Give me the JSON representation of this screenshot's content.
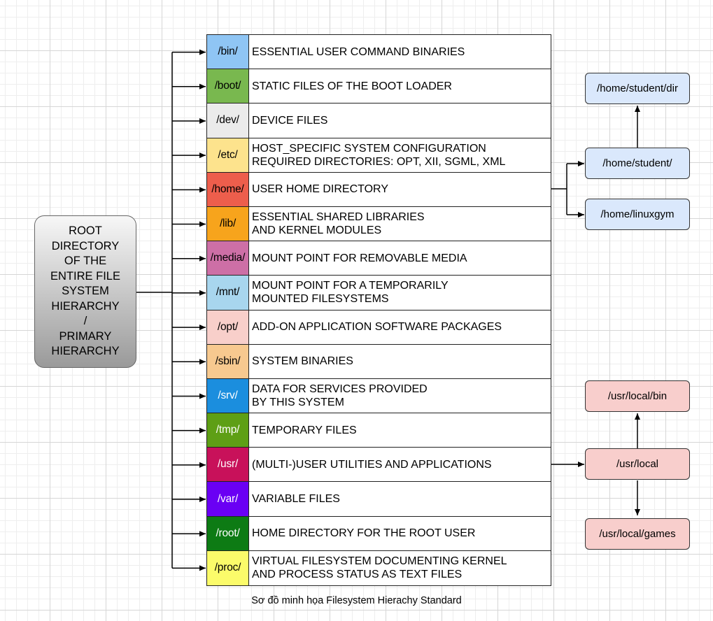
{
  "root": {
    "label": "ROOT\nDIRECTORY\nOF THE\nENTIRE FILE\nSYSTEM\nHIERARCHY\n/\nPRIMARY\nHIERARCHY"
  },
  "rows": [
    {
      "dir": "/bin/",
      "desc": "ESSENTIAL USER COMMAND BINARIES",
      "color": "#8fc5f4",
      "text_color": "#000000"
    },
    {
      "dir": "/boot/",
      "desc": "STATIC FILES OF THE BOOT LOADER",
      "color": "#79b84f",
      "text_color": "#000000"
    },
    {
      "dir": "/dev/",
      "desc": "DEVICE FILES",
      "color": "#ebebeb",
      "text_color": "#000000"
    },
    {
      "dir": "/etc/",
      "desc": "HOST_SPECIFIC SYSTEM CONFIGURATION\nREQUIRED DIRECTORIES: OPT, XII, SGML, XML",
      "color": "#fde38d",
      "text_color": "#000000"
    },
    {
      "dir": "/home/",
      "desc": "USER HOME DIRECTORY",
      "color": "#ed5e4c",
      "text_color": "#000000"
    },
    {
      "dir": "/lib/",
      "desc": "ESSENTIAL SHARED LIBRARIES\nAND KERNEL MODULES",
      "color": "#f7a41c",
      "text_color": "#000000"
    },
    {
      "dir": "/media/",
      "desc": "MOUNT POINT FOR REMOVABLE MEDIA",
      "color": "#cd6fa6",
      "text_color": "#000000"
    },
    {
      "dir": "/mnt/",
      "desc": "MOUNT POINT FOR A TEMPORARILY\nMOUNTED FILESYSTEMS",
      "color": "#a8d6ee",
      "text_color": "#000000"
    },
    {
      "dir": "/opt/",
      "desc": "ADD-ON APPLICATION SOFTWARE PACKAGES",
      "color": "#f8cfca",
      "text_color": "#000000"
    },
    {
      "dir": "/sbin/",
      "desc": "SYSTEM BINARIES",
      "color": "#f7c98f",
      "text_color": "#000000"
    },
    {
      "dir": "/srv/",
      "desc": "DATA FOR SERVICES PROVIDED\nBY THIS SYSTEM",
      "color": "#1b8ede",
      "text_color": "#ffffff"
    },
    {
      "dir": "/tmp/",
      "desc": "TEMPORARY FILES",
      "color": "#5e9f15",
      "text_color": "#ffffff"
    },
    {
      "dir": "/usr/",
      "desc": "(MULTI-)USER UTILITIES AND APPLICATIONS",
      "color": "#c8115a",
      "text_color": "#ffffff"
    },
    {
      "dir": "/var/",
      "desc": "VARIABLE FILES",
      "color": "#6a00f4",
      "text_color": "#ffffff"
    },
    {
      "dir": "/root/",
      "desc": "HOME DIRECTORY FOR THE ROOT USER",
      "color": "#0d7b14",
      "text_color": "#ffffff"
    },
    {
      "dir": "/proc/",
      "desc": "VIRTUAL FILESYSTEM DOCUMENTING KERNEL\nAND PROCESS STATUS AS TEXT FILES",
      "color": "#fbfb6a",
      "text_color": "#000000"
    }
  ],
  "home_nodes": {
    "dir": "/home/student/dir",
    "student": "/home/student/",
    "linuxgym": "/home/linuxgym"
  },
  "usr_nodes": {
    "bin": "/usr/local/bin",
    "local": "/usr/local",
    "games": "/usr/local/games"
  },
  "colors": {
    "home_node_fill": "#dae8fc",
    "usr_node_fill": "#f8cecc"
  },
  "caption": "Sơ đồ minh họa Filesystem Hierachy Standard"
}
